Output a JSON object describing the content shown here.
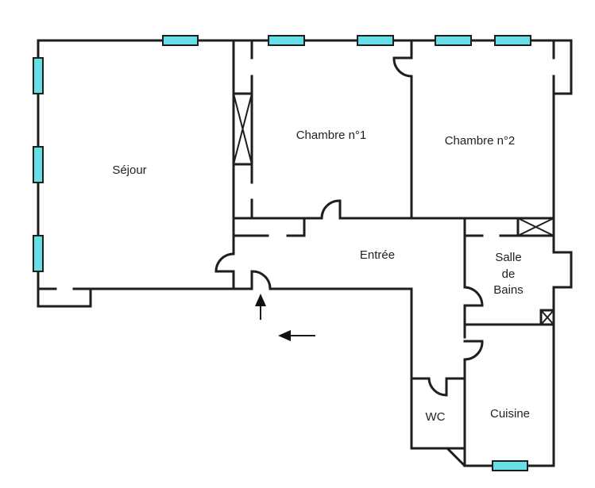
{
  "rooms": {
    "sejour": "Séjour",
    "chambre1": "Chambre n°1",
    "chambre2": "Chambre n°2",
    "entree": "Entrée",
    "salle_de_bains": [
      "Salle",
      "de",
      "Bains"
    ],
    "wc": "WC",
    "cuisine": "Cuisine"
  },
  "colors": {
    "wall": "#1e1e1e",
    "window": "#66e0e6"
  },
  "symbols": [
    "window-icon",
    "door-swing-icon",
    "closet-icon",
    "ventilation-duct-icon",
    "entrance-arrow-icon"
  ]
}
